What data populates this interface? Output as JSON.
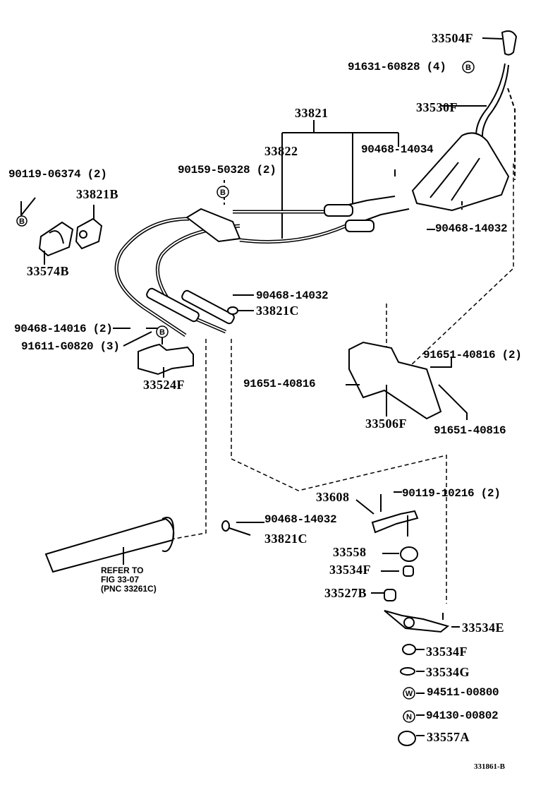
{
  "diagram": {
    "labels": {
      "p33504F": "33504F",
      "p91631": "91631-60828 (4)",
      "p33530F": "33530F",
      "p33821": "33821",
      "p33822": "33822",
      "p90468_14034": "90468-14034",
      "p90119_06374": "90119-06374 (2)",
      "p90159": "90159-50328 (2)",
      "p33821B": "33821B",
      "p90468_14032_a": "90468-14032",
      "p33574B": "33574B",
      "p90468_14032_b": "90468-14032",
      "p33821C_a": "33821C",
      "p90468_14016": "90468-14016 (2)",
      "p91611": "91611-G0820 (3)",
      "p91651_2": "91651-40816 (2)",
      "p33524F": "33524F",
      "p91651_a": "91651-40816",
      "p33506F": "33506F",
      "p91651_b": "91651-40816",
      "p33608": "33608",
      "p90119_10216": "90119-10216 (2)",
      "p90468_14032_c": "90468-14032",
      "p33821C_b": "33821C",
      "p33558": "33558",
      "p33534F_a": "33534F",
      "p33527B": "33527B",
      "p33534E": "33534E",
      "p33534F_b": "33534F",
      "p33534G": "33534G",
      "p94511": "94511-00800",
      "p94130": "94130-00802",
      "p33557A": "33557A"
    },
    "reference_note": [
      "REFER TO",
      "FIG 33-07",
      "(PNC 33261C)"
    ],
    "symbols": {
      "bolt": "B",
      "washer": "W",
      "nut": "N"
    },
    "figure_code": "331861-B"
  }
}
